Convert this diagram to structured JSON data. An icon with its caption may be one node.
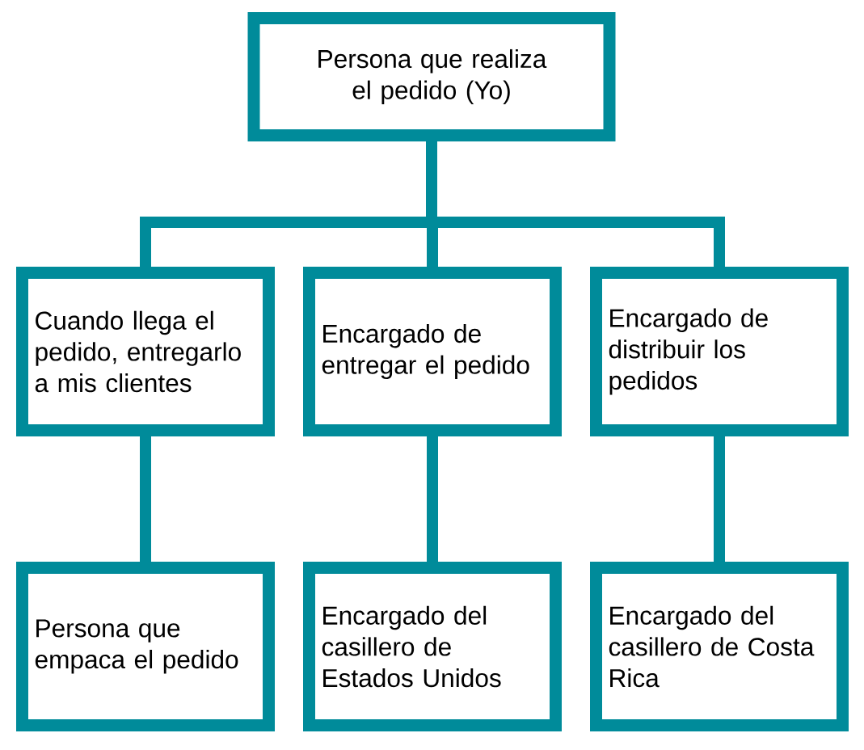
{
  "diagram": {
    "nodes": [
      {
        "text": [
          "Persona que realiza el pedido (Yo)"
        ]
      },
      {
        "text": [
          "Cuando llega el pedido, entregarlo a mis clientes"
        ]
      },
      {
        "text": [
          "Encargado de entregar el pedido"
        ]
      },
      {
        "text": [
          "Encargado de distribuir los pedidos"
        ]
      },
      {
        "text": [
          "Persona que empaca el pedido"
        ]
      },
      {
        "text": [
          "Encargado del casillero de Estados Unidos"
        ]
      },
      {
        "text": [
          "Encargado del casillero de Costa Rica"
        ]
      }
    ],
    "edges": [
      {
        "from": 0,
        "to": 1,
        "arrow": "none"
      },
      {
        "from": 0,
        "to": 2,
        "arrow": "none"
      },
      {
        "from": 0,
        "to": 3,
        "arrow": "none"
      },
      {
        "from": 1,
        "to": 4,
        "arrow": "none"
      },
      {
        "from": 2,
        "to": 5,
        "arrow": "none"
      },
      {
        "from": 3,
        "to": 6,
        "arrow": "none"
      }
    ]
  }
}
